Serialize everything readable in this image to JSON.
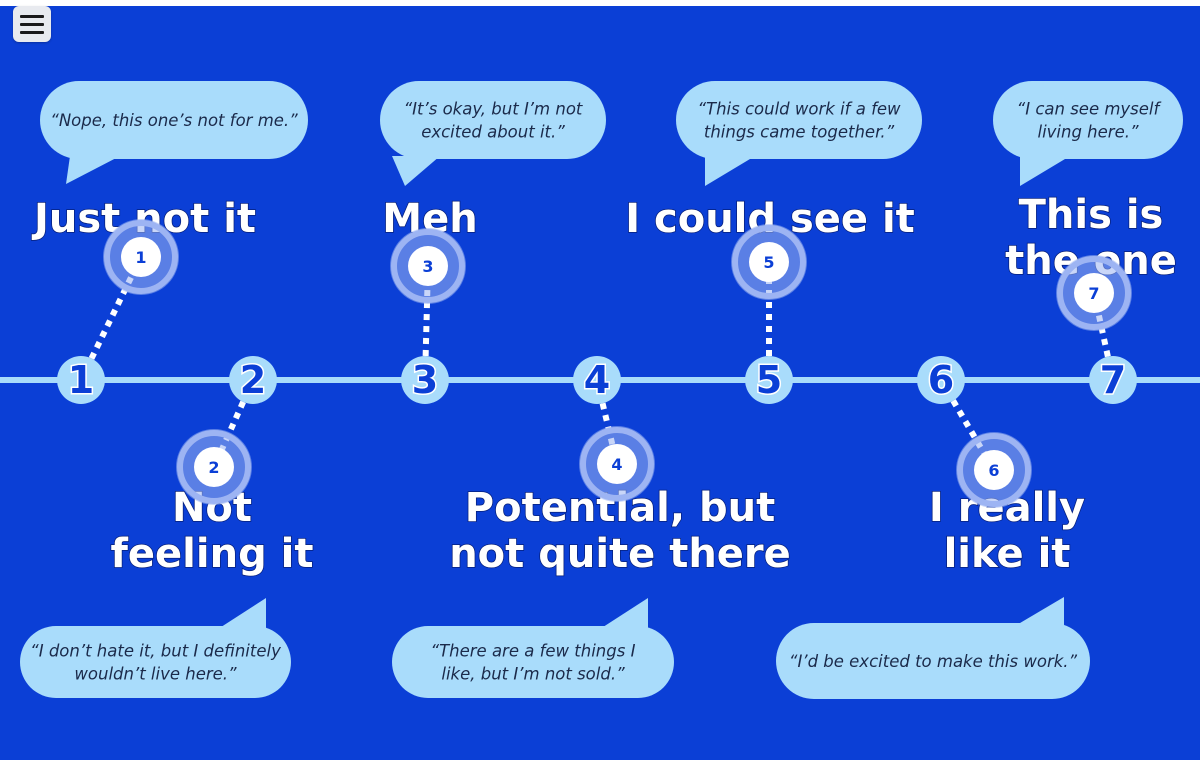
{
  "menu": {
    "icon": "hamburger-menu-icon"
  },
  "colors": {
    "background": "#0b3fd6",
    "timeline": "#a9dcfb",
    "bubble": "#a9dcfb",
    "badge_ring": "#9db4f3",
    "text_white": "#ffffff",
    "accent_blue": "#0b3fd6"
  },
  "scale": [
    {
      "number": "1",
      "title": [
        "Just not it"
      ],
      "quote": [
        "“Nope, this one’s not for me.”"
      ],
      "side": "top"
    },
    {
      "number": "2",
      "title": [
        "Not",
        "feeling it"
      ],
      "quote": [
        "“I don’t hate it, but I definitely",
        "wouldn’t live here.”"
      ],
      "side": "bottom"
    },
    {
      "number": "3",
      "title": [
        "Meh"
      ],
      "quote": [
        "“It’s okay, but I’m not",
        "excited about it.”"
      ],
      "side": "top"
    },
    {
      "number": "4",
      "title": [
        "Potential, but",
        "not quite there"
      ],
      "quote": [
        "“There are a few things I",
        "like, but I’m not sold.”"
      ],
      "side": "bottom"
    },
    {
      "number": "5",
      "title": [
        "I could see it"
      ],
      "quote": [
        "“This could work if a few",
        "things came together.”"
      ],
      "side": "top"
    },
    {
      "number": "6",
      "title": [
        "I really",
        "like it"
      ],
      "quote": [
        "“I’d be excited to make this work.”"
      ],
      "side": "bottom"
    },
    {
      "number": "7",
      "title": [
        "This is",
        "the one"
      ],
      "quote": [
        "“I can see myself",
        "living here.”"
      ],
      "side": "top"
    }
  ]
}
